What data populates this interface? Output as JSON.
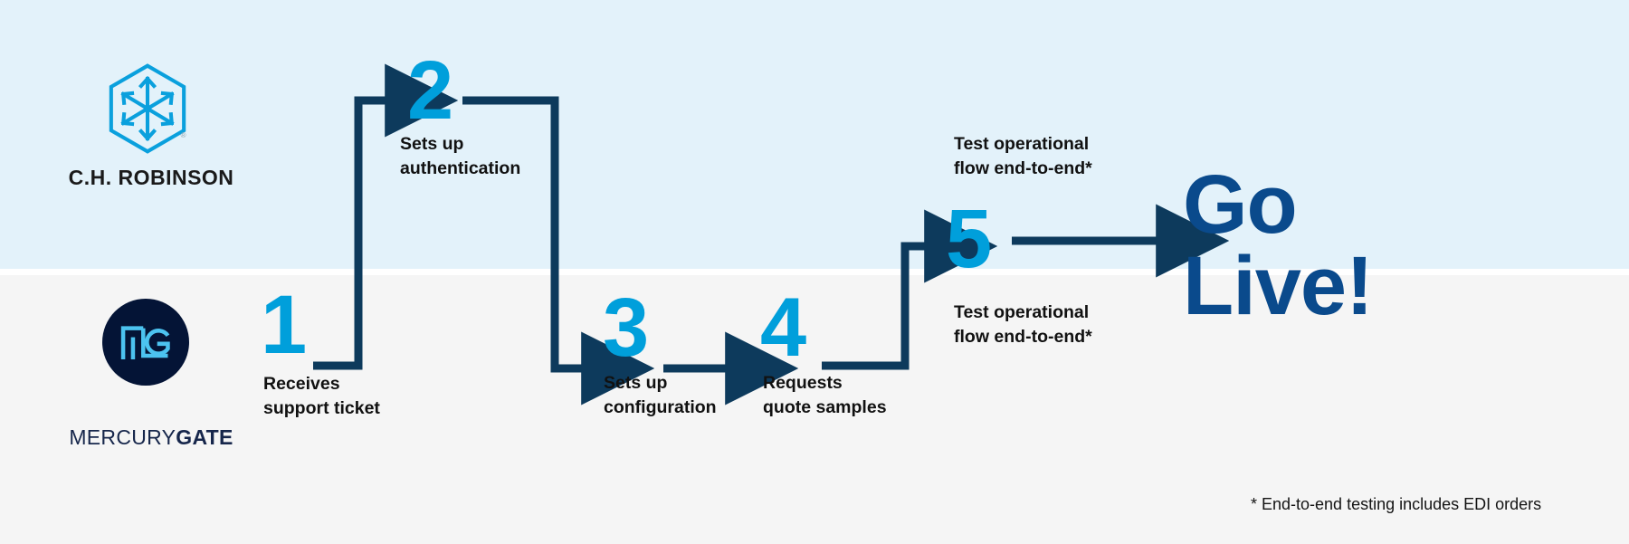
{
  "colors": {
    "band_top": "#e3f2fa",
    "band_bottom": "#f5f5f5",
    "step_number": "#009fdb",
    "connector": "#0d3a5c",
    "golive": "#0a4a8c",
    "mercurygate_circle": "#041436",
    "mercurygate_mark": "#4cc3f0",
    "chrobinson_mark": "#0aa0dd",
    "label_text": "#111111"
  },
  "brands": {
    "top": {
      "name": "C.H. ROBINSON",
      "icon": "hexagon-arrows-logo-icon",
      "trademark": "®"
    },
    "bottom": {
      "name_light": "MERCURY",
      "name_bold": "GATE",
      "icon": "mercurygate-monogram-icon"
    }
  },
  "steps": [
    {
      "number": "1",
      "label_line1": "Receives",
      "label_line2": "support ticket",
      "lane": "bottom"
    },
    {
      "number": "2",
      "label_line1": "Sets up",
      "label_line2": "authentication",
      "lane": "top"
    },
    {
      "number": "3",
      "label_line1": "Sets up",
      "label_line2": "configuration",
      "lane": "bottom"
    },
    {
      "number": "4",
      "label_line1": "Requests",
      "label_line2": "quote samples",
      "lane": "bottom"
    },
    {
      "number": "5",
      "label_line1": "Test operational",
      "label_line2": "flow end-to-end*",
      "lane": "both"
    }
  ],
  "step5_labels": {
    "top_line1": "Test operational",
    "top_line2": "flow end-to-end*",
    "bottom_line1": "Test operational",
    "bottom_line2": "flow end-to-end*"
  },
  "outcome": {
    "line1": "Go",
    "line2": "Live!"
  },
  "footnote": {
    "text": "* End-to-end testing includes EDI orders"
  }
}
